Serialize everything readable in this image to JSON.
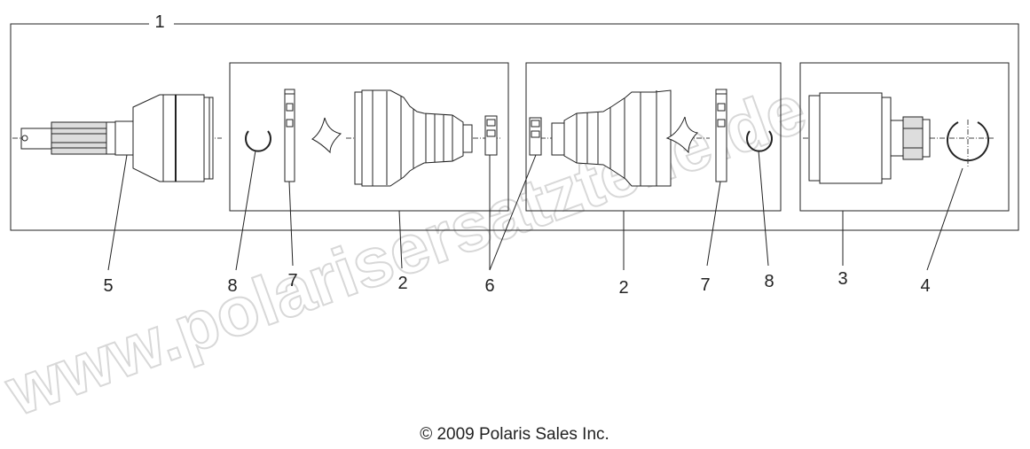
{
  "diagram": {
    "callouts": {
      "assembly": "1",
      "boot_kit_outer": "2",
      "boot_kit_inner": "2",
      "inner_joint": "3",
      "circlip_inner": "4",
      "outer_joint": "5",
      "clamp": "6",
      "large_clamp_left": "7",
      "large_clamp_right": "7",
      "ring_left": "8",
      "ring_right": "8"
    },
    "copyright": "© 2009 Polaris Sales Inc.",
    "watermark": "www.polarisersatzteile.de"
  }
}
